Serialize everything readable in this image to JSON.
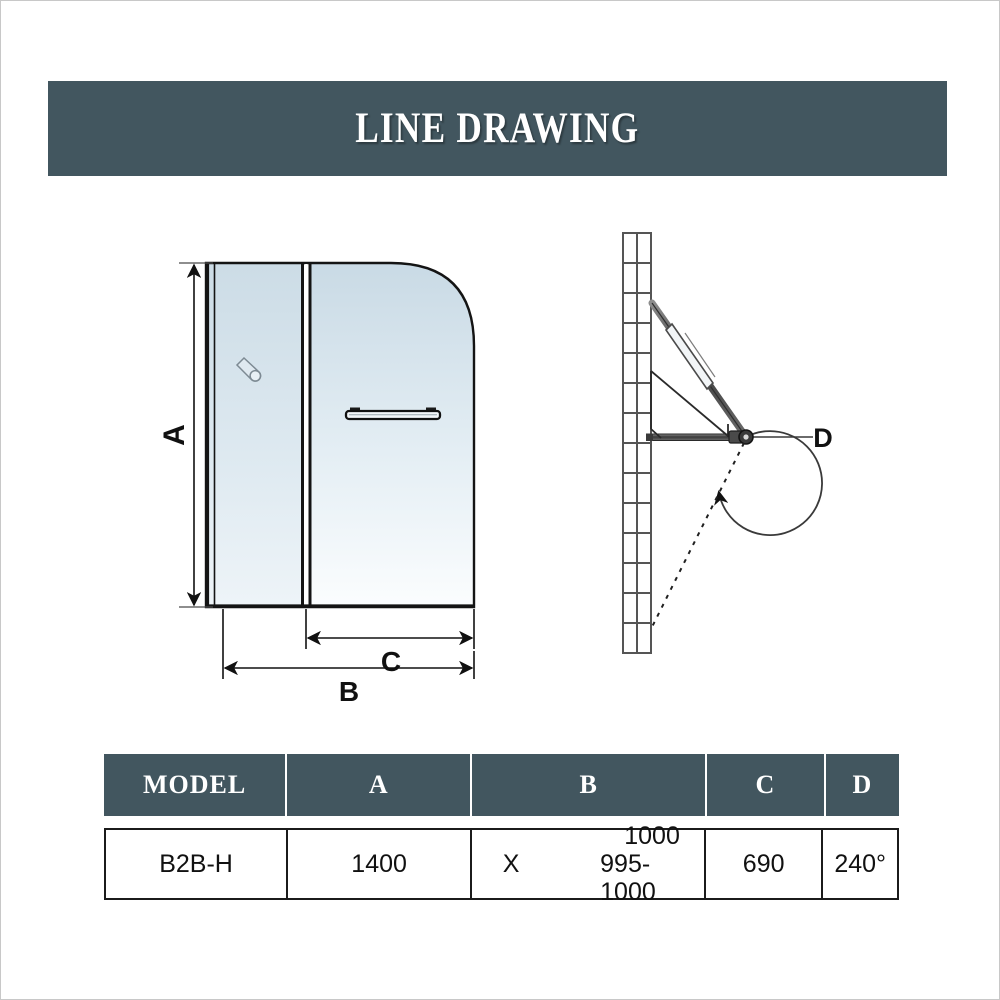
{
  "header": {
    "title": "LINE DRAWING",
    "bar_color": "#42565f"
  },
  "drawing": {
    "front_view": {
      "dim_height_label": "A",
      "dim_total_width_label": "B",
      "dim_door_width_label": "C",
      "glass_color_top": "#c9dae5",
      "glass_color_bottom": "#fbfdfe",
      "frame_color": "#1b1b1b",
      "parts": {
        "fixed_panel": "fixed-glass-panel",
        "door_panel": "hinged-door-panel",
        "handle": "door-handle-bar",
        "pivot_pin": "panel-pivot-pin"
      }
    },
    "plan_view": {
      "dim_swing_label": "D",
      "wall_color": "#555555",
      "parts": {
        "wall": "brick-wall",
        "swing_arc": "door-swing-arc",
        "hinge": "hinge-pivot",
        "open_door": "door-open-position",
        "closed_door": "door-closed-position",
        "swing_path": "swing-path-dashed"
      }
    }
  },
  "table": {
    "headers": [
      "MODEL",
      "A",
      "B",
      "C",
      "D"
    ],
    "rows": [
      {
        "model": "B2B-H",
        "a": "1400",
        "x": "X",
        "b_top": "1000",
        "b_bottom": "995-1000",
        "c": "690",
        "d": "240°"
      }
    ]
  }
}
